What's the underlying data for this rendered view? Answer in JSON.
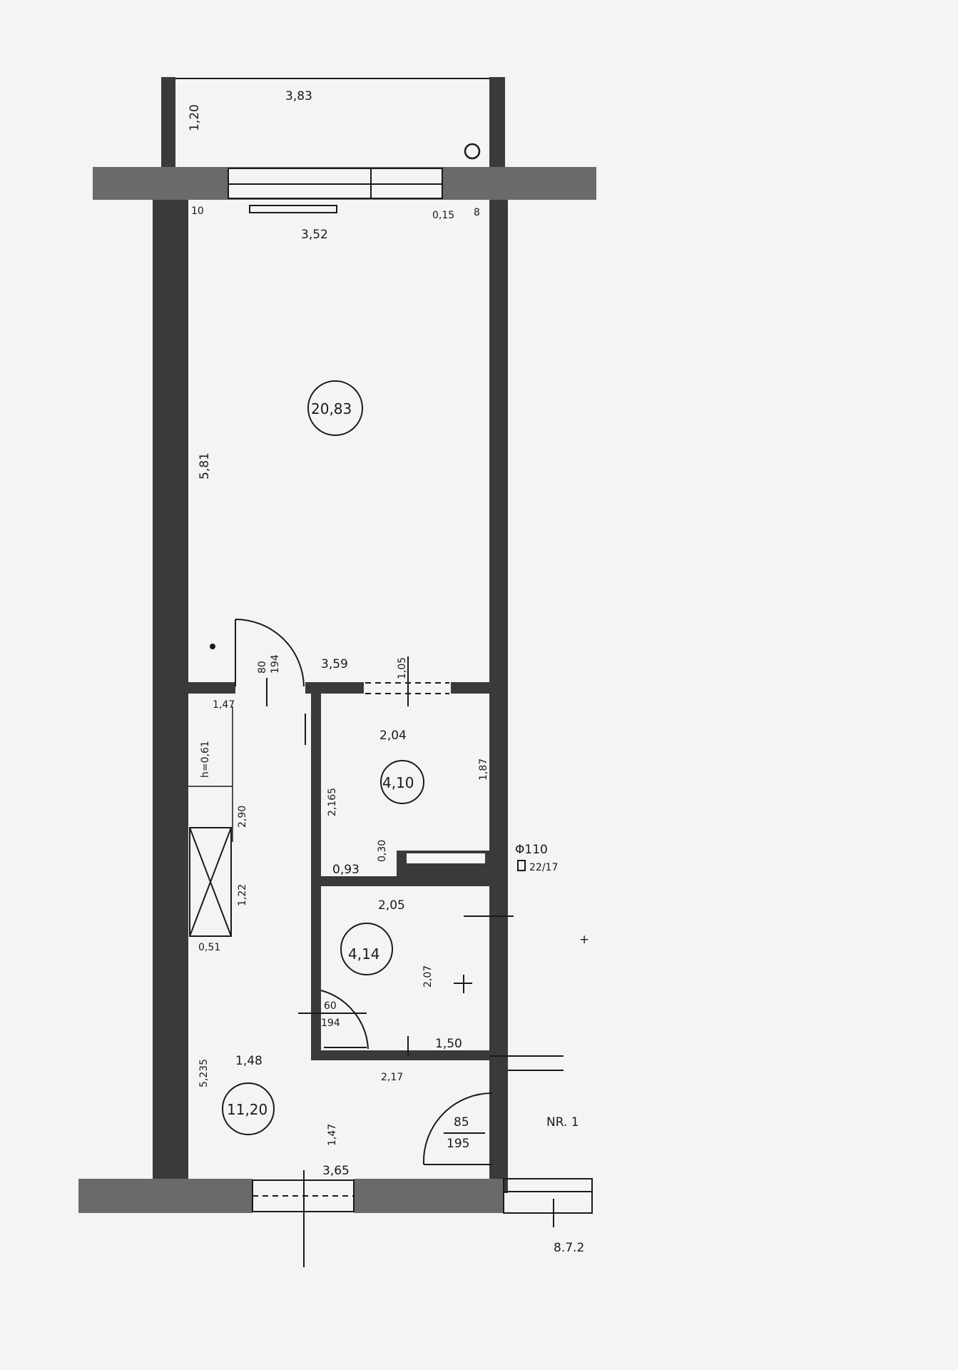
{
  "balcony": {
    "width": "3,83",
    "depth": "1,20"
  },
  "living_room": {
    "area": "20,83",
    "width": "3,52",
    "length": "5,81",
    "corner_left": "10",
    "corner_right": "0,15",
    "corner_right_num": "8",
    "door_width": "80",
    "door_height": "194",
    "partition_width": "3,59",
    "opening": "1,05"
  },
  "bathroom": {
    "area": "4,10",
    "width": "2,04",
    "left_length": "2,165",
    "right_length": "1,87",
    "bottom_width": "0,93",
    "step": "0,30"
  },
  "pipe": {
    "diameter": "Φ110",
    "duct": "22/17"
  },
  "storage": {
    "area": "4,14",
    "width": "2,05",
    "height": "2,07",
    "bottom": "1,50",
    "door_width": "60",
    "door_height": "194"
  },
  "hallway": {
    "area": "11,20",
    "length": "5,235",
    "width": "1,48",
    "inner": "1,47",
    "wardrobe_h": "h=0,61",
    "wardrobe_len": "2,90",
    "shaft_len": "1,22",
    "shaft_w": "0,51",
    "top_left": "1,47",
    "bottom_width": "3,65",
    "partition": "2,17"
  },
  "entrance_door": {
    "width": "85",
    "height": "195"
  },
  "apartment": {
    "number": "NR. 1",
    "ref": "8.7.2"
  }
}
